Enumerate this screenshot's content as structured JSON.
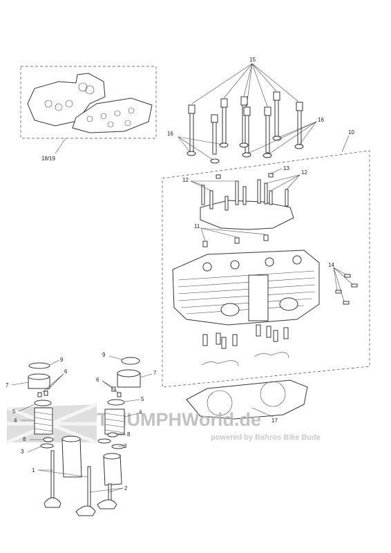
{
  "labels": {
    "l1": "1",
    "l2": "2",
    "l3a": "3",
    "l3b": "3",
    "l4a": "4",
    "l4b": "4",
    "l5a": "5",
    "l5b": "5",
    "l6a": "6",
    "l6b": "6",
    "l7a": "7",
    "l7b": "7",
    "l8a": "8",
    "l8b": "8",
    "l9a": "9",
    "l9b": "9",
    "l10": "10",
    "l11": "11",
    "l12a": "12",
    "l12b": "12",
    "l13": "13",
    "l14": "14",
    "l15": "15",
    "l16a": "16",
    "l16b": "16",
    "l17": "17",
    "l1819": "18/19"
  },
  "watermark": {
    "title": "TRIUMPHWorld.de",
    "subtitle": "powered by Bahros Bike Bude"
  }
}
